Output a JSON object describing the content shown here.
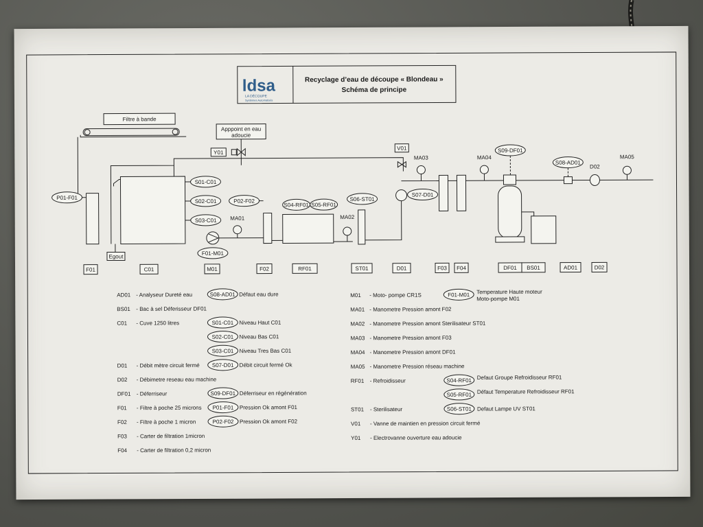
{
  "colors": {
    "sheet": "#ecebe6",
    "wall": "#5d5e58",
    "logo": "#2f5d8a",
    "ink": "#1a1a1a"
  },
  "logo": {
    "brand": "ldsa",
    "sub1": "LA DÉCOUPE",
    "sub2": "Systèmes Automatisés"
  },
  "header": {
    "title": "Recyclage d’eau de découpe « Blondeau »",
    "subtitle": "Schéma de principe"
  },
  "diagram": {
    "filtre_bande": "Filtre à bande",
    "appoint": [
      "Apppoint en eau",
      "adoucie"
    ],
    "tags": {
      "p01_f01": "P01-F01",
      "s01_c01": "S01-C01",
      "s02_c01": "S02-C01",
      "s03_c01": "S03-C01",
      "f01_m01": "F01-M01",
      "p02_f02": "P02-F02",
      "s04_rf01": "S04-RF01",
      "s05_rf01": "S05-RF01",
      "s06_st01": "S06-ST01",
      "s07_d01": "S07-D01",
      "s09_df01": "S09-DF01",
      "s08_ad01": "S08-AD01"
    },
    "small": {
      "y01": "Y01",
      "v01": "V01",
      "ma01": "MA01",
      "ma02": "MA02",
      "ma03": "MA03",
      "ma04": "MA04",
      "ma05": "MA05",
      "d02": "D02",
      "egout": "Egout"
    },
    "bottom_labels": [
      "F01",
      "C01",
      "M01",
      "F02",
      "RF01",
      "ST01",
      "D01",
      "F03",
      "F04",
      "DF01",
      "BS01",
      "AD01",
      "D02"
    ]
  },
  "legend_left": [
    {
      "code": "AD01",
      "desc": "Analyseur Dureté eau",
      "tag": "S08-AD01",
      "tag_desc": "Défaut eau dure"
    },
    {
      "code": "BS01",
      "desc": "Bac à sel Déferisseur DF01",
      "tag": "",
      "tag_desc": ""
    },
    {
      "code": "C01",
      "desc": "Cuve 1250 litres",
      "tag": "S01-C01",
      "tag_desc": "Niveau Haut C01"
    },
    {
      "code": "",
      "desc": "",
      "tag": "S02-C01",
      "tag_desc": "Niveau Bas C01"
    },
    {
      "code": "",
      "desc": "",
      "tag": "S03-C01",
      "tag_desc": "Niveau Tres Bas C01"
    },
    {
      "code": "D01",
      "desc": "Débit mètre circuit fermé",
      "tag": "S07-D01",
      "tag_desc": "Débit circuit fermé Ok"
    },
    {
      "code": "D02",
      "desc": "Débimetre reseau eau machine",
      "tag": "",
      "tag_desc": ""
    },
    {
      "code": "DF01",
      "desc": "Déferriseur",
      "tag": "S09-DF01",
      "tag_desc": "Déferriseur en régénération"
    },
    {
      "code": "F01",
      "desc": "Filtre à poche 25 microns",
      "tag": "P01-F01",
      "tag_desc": "Pression Ok amont F01"
    },
    {
      "code": "F02",
      "desc": "Filtre à poche 1 micron",
      "tag": "P02-F02",
      "tag_desc": "Pression Ok amont F02"
    },
    {
      "code": "F03",
      "desc": "Carter de filtration 1micron",
      "tag": "",
      "tag_desc": ""
    },
    {
      "code": "F04",
      "desc": "Carter de filtration 0,2 micron",
      "tag": "",
      "tag_desc": ""
    }
  ],
  "legend_right": [
    {
      "code": "M01",
      "desc": "Moto- pompe  CR1S",
      "tag": "F01-M01",
      "tag_desc": "Temperature Haute moteur Moto-pompe M01"
    },
    {
      "code": "MA01",
      "desc": "Manometre Pression amont F02",
      "tag": "",
      "tag_desc": ""
    },
    {
      "code": "MA02",
      "desc": "Manometre Pression amont Sterilisateur ST01",
      "tag": "",
      "tag_desc": ""
    },
    {
      "code": "MA03",
      "desc": "Manometre Pression amont F03",
      "tag": "",
      "tag_desc": ""
    },
    {
      "code": "MA04",
      "desc": "Manometre Pression amont DF01",
      "tag": "",
      "tag_desc": ""
    },
    {
      "code": "MA05",
      "desc": "Manometre Pression réseau machine",
      "tag": "",
      "tag_desc": ""
    },
    {
      "code": "RF01",
      "desc": "Refroidisseur",
      "tag": "S04-RF01",
      "tag_desc": "Defaut Groupe Refroidisseur RF01"
    },
    {
      "code": "",
      "desc": "",
      "tag": "S05-RF01",
      "tag_desc": "Défaut Temperature Refroidisseur RF01"
    },
    {
      "code": "ST01",
      "desc": "Sterilisateur",
      "tag": "S06-ST01",
      "tag_desc": "Defaut Lampe UV ST01"
    },
    {
      "code": "V01",
      "desc": "Vanne de maintien en pression circuit fermé",
      "tag": "",
      "tag_desc": ""
    },
    {
      "code": "Y01",
      "desc": "Electrovanne ouverture eau adoucie",
      "tag": "",
      "tag_desc": ""
    }
  ]
}
